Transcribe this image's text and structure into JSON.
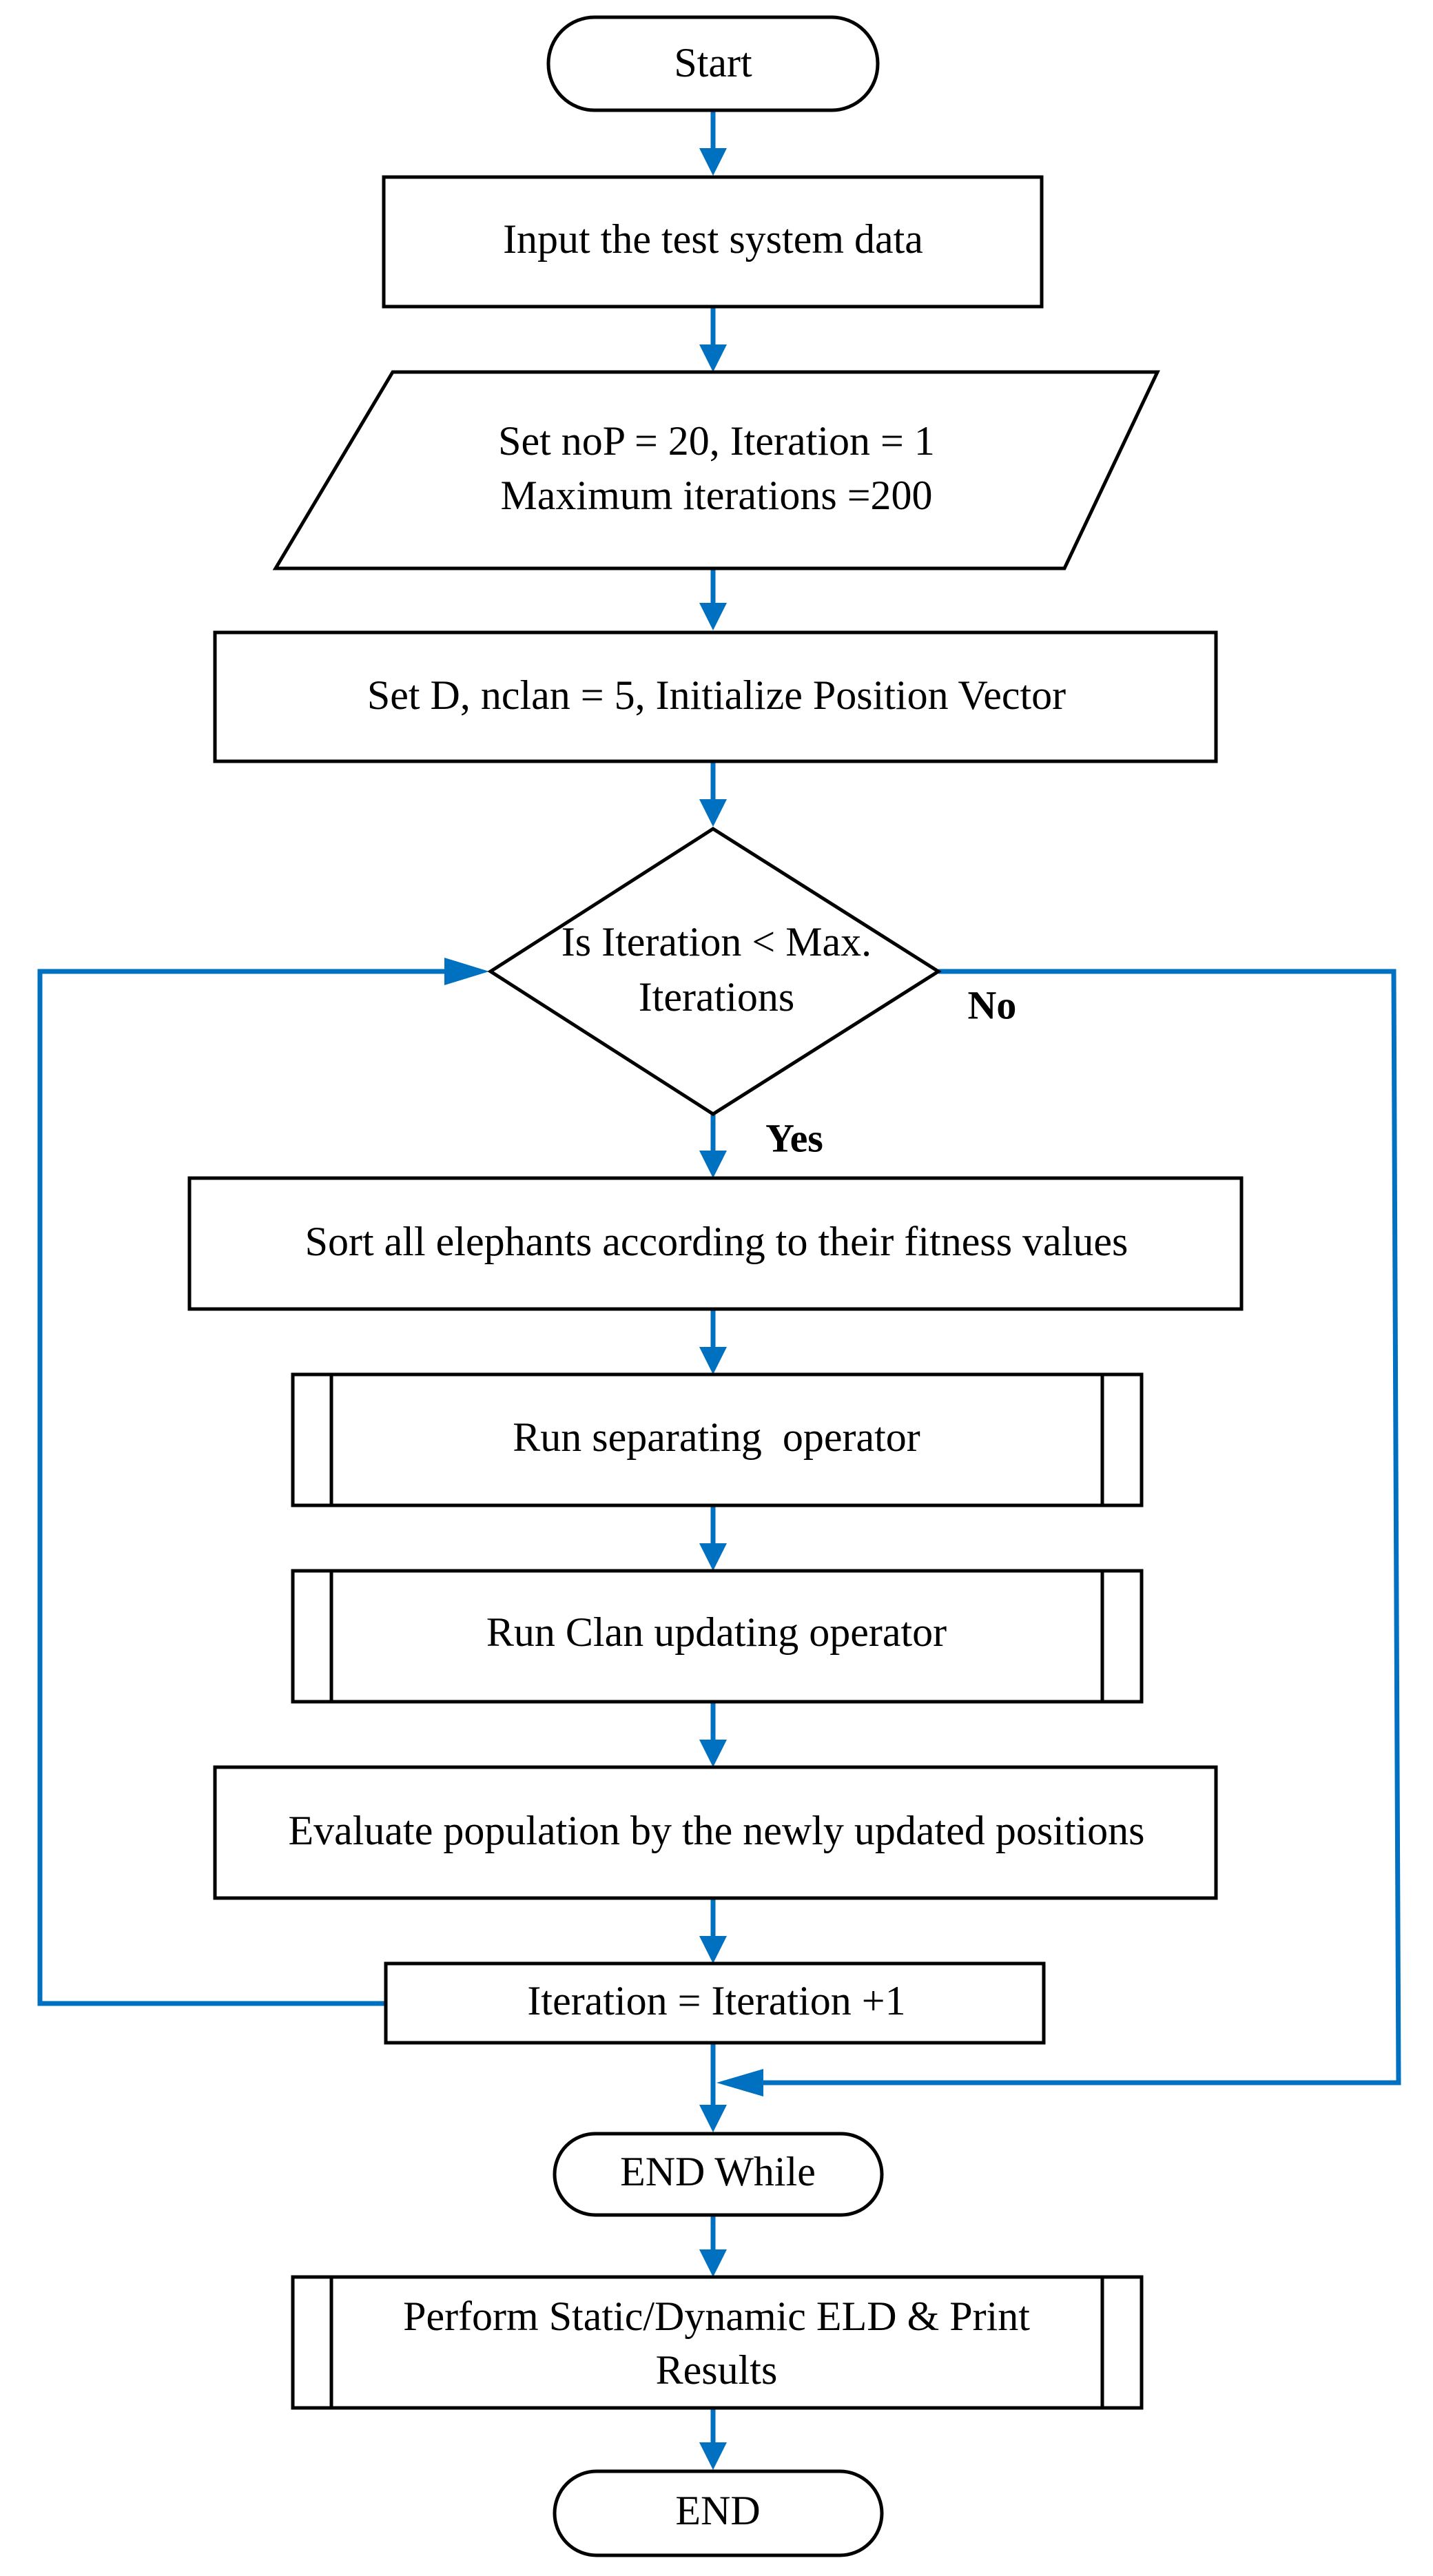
{
  "flowchart": {
    "start": "Start",
    "input": "Input the test system data",
    "params_line1": "Set noP = 20, Iteration = 1",
    "params_line2": "Maximum iterations =200",
    "init": "Set D, nclan = 5, Initialize Position Vector",
    "decision_line1": "Is Iteration < Max.",
    "decision_line2": "Iterations",
    "no_label": "No",
    "yes_label": "Yes",
    "sort": "Sort all elephants according to their fitness values",
    "separating": "Run separating  operator",
    "clan_update": "Run Clan updating operator",
    "evaluate": "Evaluate population by the newly updated positions",
    "increment": "Iteration = Iteration +1",
    "end_while": "END While",
    "perform_line1": "Perform Static/Dynamic ELD & Print",
    "perform_line2": "Results",
    "end": "END"
  },
  "colors": {
    "connector": "#0070C0",
    "shape_stroke": "#000000",
    "background": "#ffffff"
  }
}
